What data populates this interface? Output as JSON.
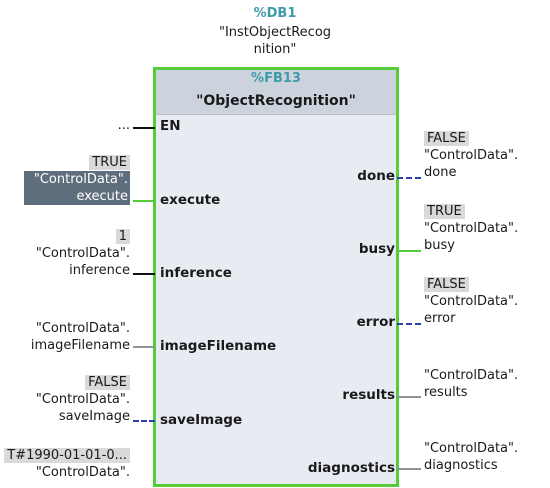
{
  "instance": {
    "address": "%DB1",
    "name_line1": "\"InstObjectRecog",
    "name_line2": "nition\""
  },
  "block": {
    "address": "%FB13",
    "name": "\"ObjectRecognition\""
  },
  "inputs": {
    "en": {
      "pin": "EN",
      "source": "..."
    },
    "execute": {
      "pin": "execute",
      "value": "TRUE",
      "tag_line1": "\"ControlData\".",
      "tag_line2": "execute"
    },
    "inference": {
      "pin": "inference",
      "value": "1",
      "tag_line1": "\"ControlData\".",
      "tag_line2": "inference"
    },
    "imageFilename": {
      "pin": "imageFilename",
      "tag_line1": "\"ControlData\".",
      "tag_line2": "imageFilename"
    },
    "saveImage": {
      "pin": "saveImage",
      "value": "FALSE",
      "tag_line1": "\"ControlData\".",
      "tag_line2": "saveImage"
    },
    "timestamp": {
      "value": "T#1990-01-01-0...",
      "tag_line1": "\"ControlData\"."
    }
  },
  "outputs": {
    "done": {
      "pin": "done",
      "value": "FALSE",
      "tag_line1": "\"ControlData\".",
      "tag_line2": "done"
    },
    "busy": {
      "pin": "busy",
      "value": "TRUE",
      "tag_line1": "\"ControlData\".",
      "tag_line2": "busy"
    },
    "error": {
      "pin": "error",
      "value": "FALSE",
      "tag_line1": "\"ControlData\".",
      "tag_line2": "error"
    },
    "results": {
      "pin": "results",
      "tag_line1": "\"ControlData\".",
      "tag_line2": "results"
    },
    "diagnostics": {
      "pin": "diagnostics",
      "tag_line1": "\"ControlData\".",
      "tag_line2": "diagnostics"
    }
  },
  "colors": {
    "block_border": "#54cc3c",
    "block_body": "#e8ecf2",
    "block_header": "#ccd3dd",
    "address_teal": "#3d9aa8",
    "wire_blue": "#2f3fb3",
    "selection": "#5f6e7c"
  }
}
